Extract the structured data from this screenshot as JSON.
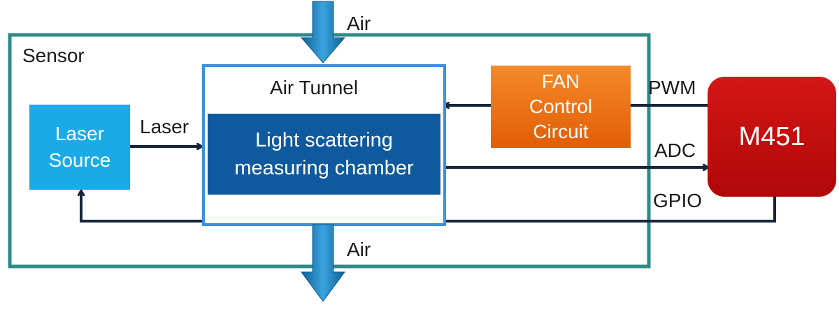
{
  "sensor": {
    "label": "Sensor",
    "border_color": "#2e8a86"
  },
  "laser_source": {
    "line1": "Laser",
    "line2": "Source",
    "color": "#1aaae8"
  },
  "air_tunnel": {
    "label": "Air Tunnel",
    "border_color": "#3d8fe0"
  },
  "chamber": {
    "line1": "Light scattering",
    "line2": "measuring chamber",
    "color": "#0f5a9f"
  },
  "fan": {
    "line1": "FAN",
    "line2": "Control",
    "line3": "Circuit",
    "color": "#ef6f0f"
  },
  "mcu": {
    "label": "M451",
    "color": "#c90e0e"
  },
  "signals": {
    "laser": "Laser",
    "pwm": "PWM",
    "adc": "ADC",
    "gpio": "GPIO"
  },
  "airflow": {
    "in_label": "Air",
    "out_label": "Air",
    "arrow_color": "#1679b8"
  },
  "line_color": "#17263a"
}
